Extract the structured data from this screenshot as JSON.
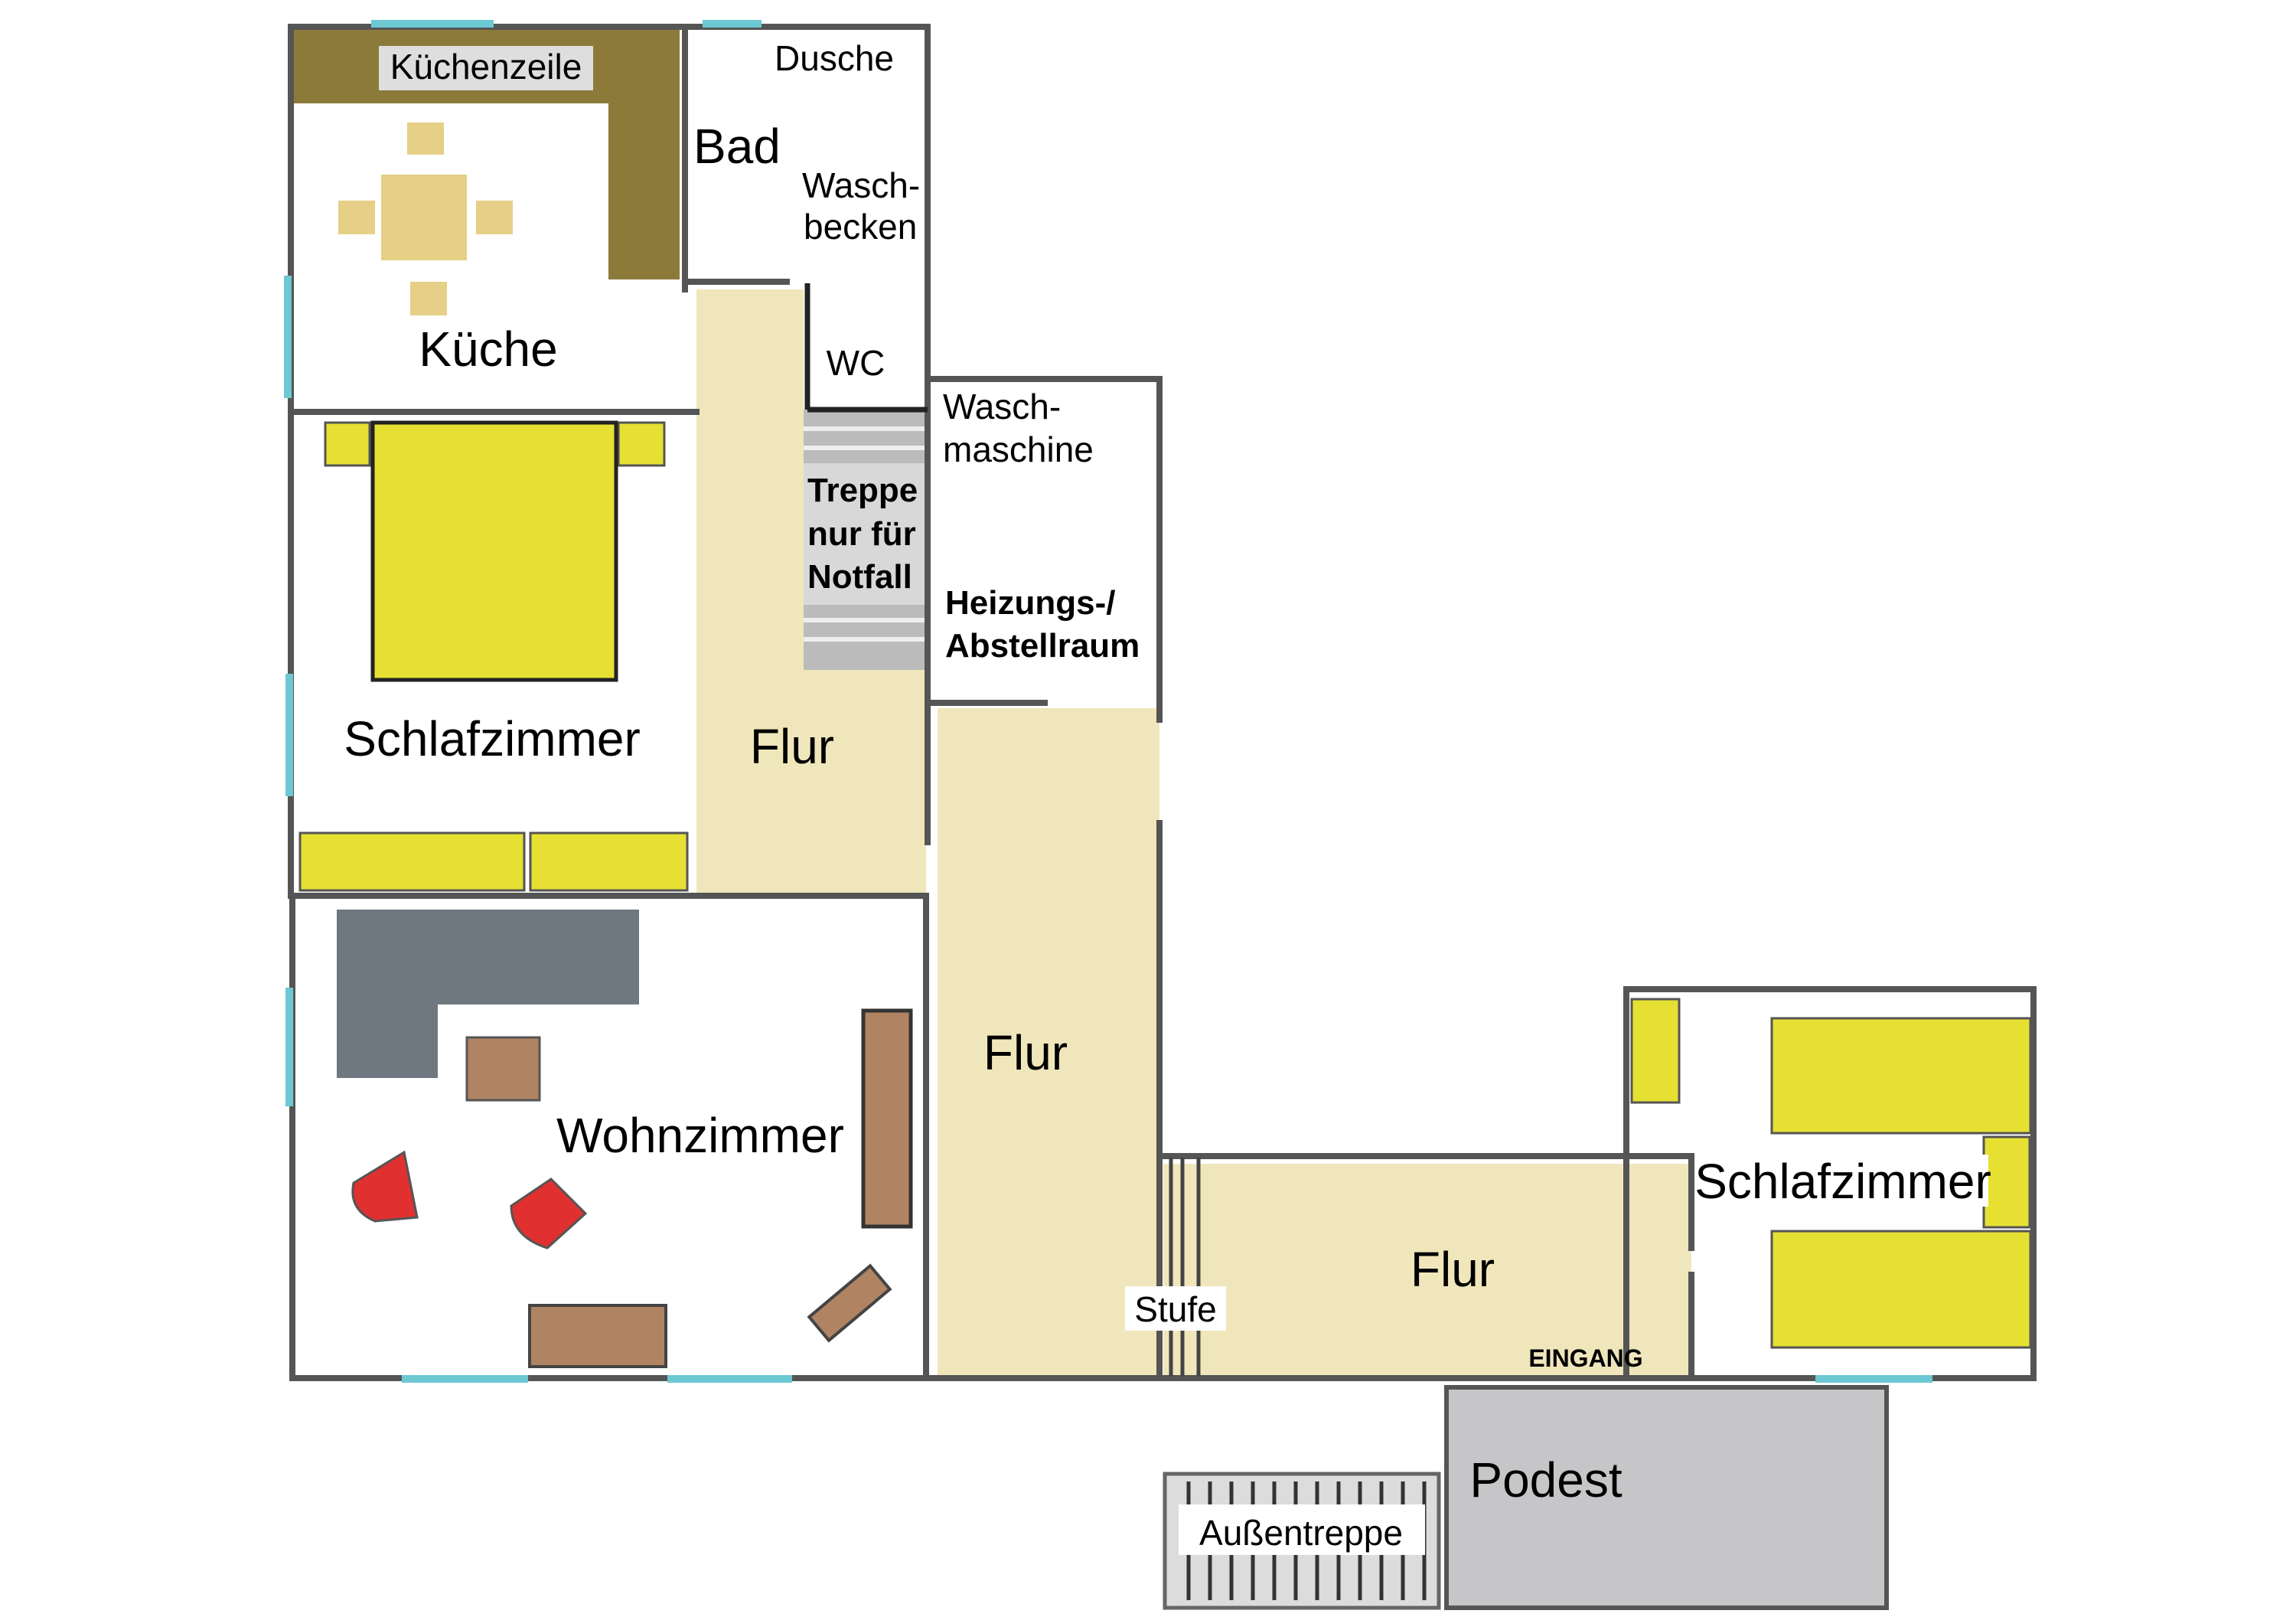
{
  "rooms": {
    "kuechenzeile": "Küchenzeile",
    "kueche": "Küche",
    "dusche": "Dusche",
    "bad": "Bad",
    "waschbecken_1": "Wasch-",
    "waschbecken_2": "becken",
    "wc": "WC",
    "waschmaschine_1": "Wasch-",
    "waschmaschine_2": "maschine",
    "treppe_1": "Treppe",
    "treppe_2": "nur für",
    "treppe_3": "Notfall",
    "heizung_1": "Heizungs-/",
    "heizung_2": "Abstellraum",
    "schlafzimmer_1": "Schlafzimmer",
    "flur_1": "Flur",
    "flur_2": "Flur",
    "flur_3": "Flur",
    "wohnzimmer": "Wohnzimmer",
    "stufe": "Stufe",
    "eingang": "EINGANG",
    "schlafzimmer_2": "Schlafzimmer",
    "podest": "Podest",
    "aussentreppe": "Außentreppe"
  },
  "colors": {
    "wall": "#555555",
    "window": "#6cc8d2",
    "corridor": "#f0e6bb",
    "bed": "#e6e033",
    "counter": "#8c7a3a",
    "kitchen_table": "#e6cf86",
    "wood": "#b08463",
    "chair_red": "#e03030",
    "rug": "#6f7880",
    "platform": "#c6c6c8",
    "stairs": "#bbbbbb"
  }
}
